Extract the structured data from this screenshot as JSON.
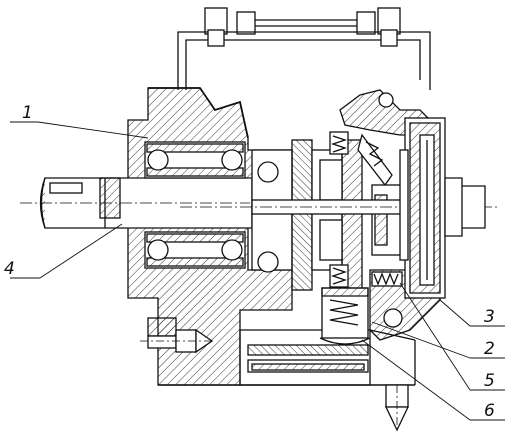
{
  "diagram": {
    "kind": "mechanical cross-section drawing",
    "callouts": [
      {
        "id": "1",
        "label": "1"
      },
      {
        "id": "2",
        "label": "2"
      },
      {
        "id": "3",
        "label": "3"
      },
      {
        "id": "4",
        "label": "4"
      },
      {
        "id": "5",
        "label": "5"
      },
      {
        "id": "6",
        "label": "6"
      }
    ]
  }
}
